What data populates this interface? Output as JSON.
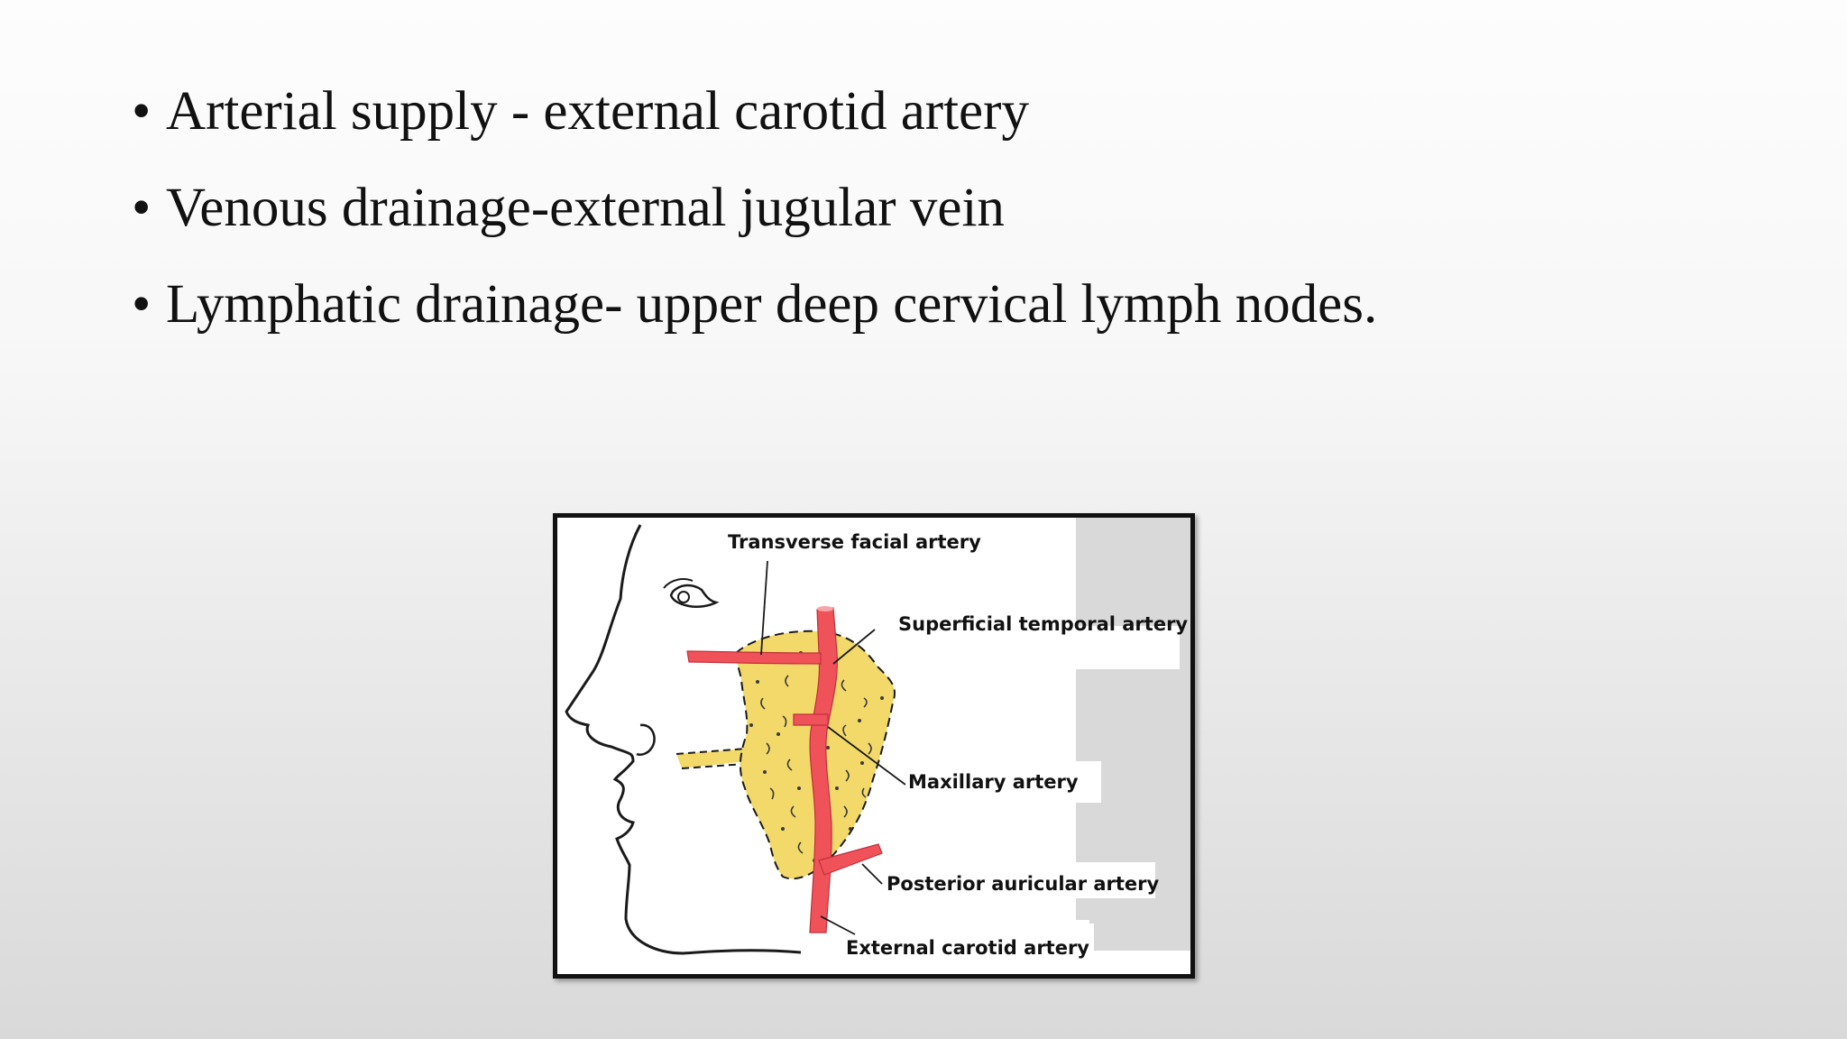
{
  "bullets": [
    "Arterial supply - external carotid artery",
    "Venous drainage-external jugular vein",
    "Lymphatic drainage- upper deep cervical lymph nodes."
  ],
  "bullet_symbol": "•",
  "figure": {
    "labels": {
      "transverse_facial": "Transverse facial artery",
      "superficial_temporal": "Superficial temporal artery",
      "maxillary": "Maxillary artery",
      "posterior_auricular": "Posterior auricular artery",
      "external_carotid": "External carotid artery"
    },
    "colors": {
      "artery": "#f0525a",
      "gland": "#f3d96a",
      "outline": "#1a1a1a"
    }
  }
}
